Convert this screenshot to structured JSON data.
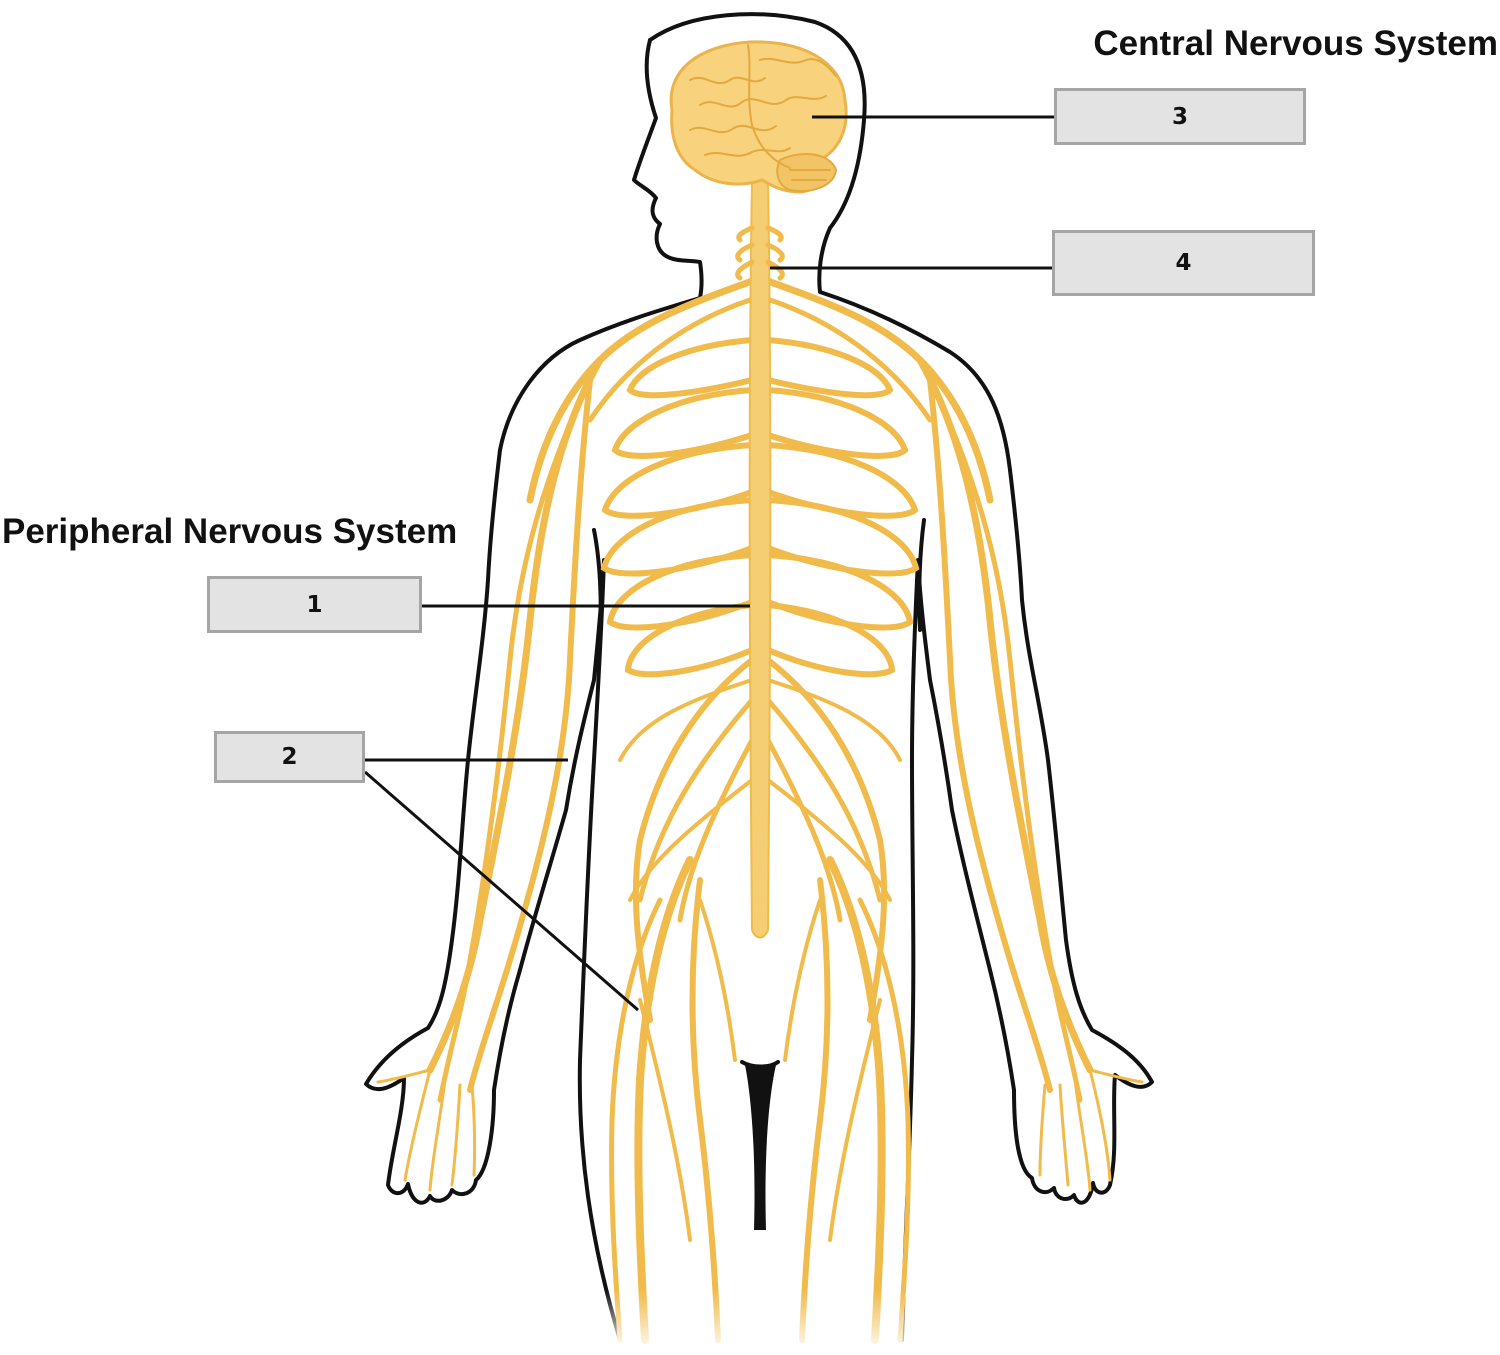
{
  "sections": {
    "central": "Central Nervous System",
    "peripheral": "Peripheral Nervous System"
  },
  "labels": [
    {
      "id": "1",
      "text": "1"
    },
    {
      "id": "2",
      "text": "2"
    },
    {
      "id": "3",
      "text": "3"
    },
    {
      "id": "4",
      "text": "4"
    }
  ],
  "colors": {
    "nerve": "#f0bb4a",
    "nerve_light": "#f5cd72",
    "brain": "#f8d27c",
    "outline": "#111111",
    "box_fill": "#e3e3e3",
    "box_border": "#a5a5a5"
  }
}
